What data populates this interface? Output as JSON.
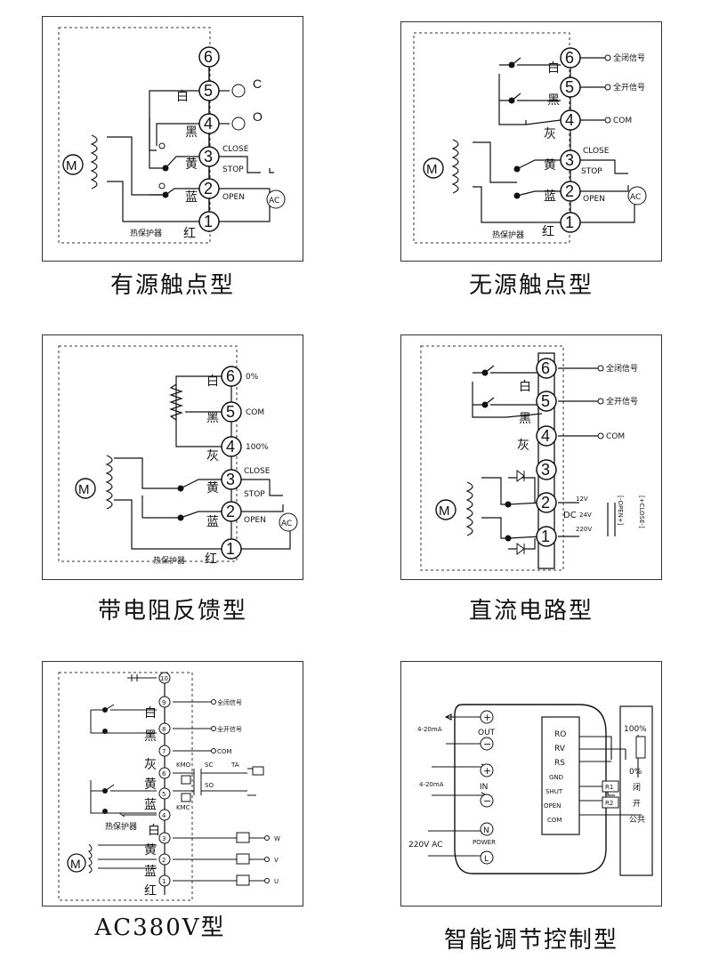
{
  "panels": [
    {
      "caption": "有源触点型",
      "terminals": [
        "6",
        "5",
        "4",
        "3",
        "2",
        "1"
      ],
      "wires": {
        "white": "白",
        "black": "黑",
        "yellow": "黄",
        "blue": "蓝",
        "red": "红"
      },
      "labels": {
        "c": "C",
        "o": "O",
        "close": "CLOSE",
        "stop": "STOP",
        "open": "OPEN",
        "ac": "AC",
        "motor": "M",
        "thermal": "热保护器"
      }
    },
    {
      "caption": "无源触点型",
      "terminals": [
        "6",
        "5",
        "4",
        "3",
        "2",
        "1"
      ],
      "wires": {
        "white": "白",
        "black": "黑",
        "gray": "灰",
        "yellow": "黄",
        "blue": "蓝",
        "red": "红"
      },
      "labels": {
        "full_close": "全闭信号",
        "full_open": "全开信号",
        "com": "COM",
        "close": "CLOSE",
        "stop": "STOP",
        "open": "OPEN",
        "ac": "AC",
        "motor": "M",
        "thermal": "热保护器"
      }
    },
    {
      "caption": "带电阻反馈型",
      "terminals": [
        "6",
        "5",
        "4",
        "3",
        "2",
        "1"
      ],
      "wires": {
        "white": "白",
        "black": "黑",
        "gray": "灰",
        "yellow": "黄",
        "blue": "蓝",
        "red": "红"
      },
      "labels": {
        "zero": "0%",
        "com": "COM",
        "hundred": "100%",
        "close": "CLOSE",
        "stop": "STOP",
        "open": "OPEN",
        "ac": "AC",
        "motor": "M",
        "thermal": "热保护器"
      }
    },
    {
      "caption": "直流电路型",
      "terminals": [
        "6",
        "5",
        "4",
        "3",
        "2",
        "1"
      ],
      "wires": {
        "white": "白",
        "black": "黑",
        "gray": "灰"
      },
      "labels": {
        "full_close": "全闭信号",
        "full_open": "全开信号",
        "com": "COM",
        "v12": "12V",
        "dc": "DC",
        "v24": "24V",
        "v220": "220V",
        "open_vert": "[-OPEN+]",
        "close_vert": "[+CLOSE-]",
        "motor": "M"
      }
    },
    {
      "caption": "AC380V型",
      "terminals": [
        "10",
        "9",
        "8",
        "7",
        "6",
        "5",
        "4",
        "3",
        "2",
        "1"
      ],
      "wires": {
        "white": "白",
        "black": "黑",
        "gray": "灰",
        "yellow": "黄",
        "blue": "蓝",
        "white2": "白",
        "yellow2": "黄",
        "blue2": "蓝",
        "red": "红"
      },
      "labels": {
        "full_close": "全闭信号",
        "full_open": "全开信号",
        "com": "COM",
        "kmo": "KMO",
        "kmc": "KMC",
        "sc": "SC",
        "so": "SO",
        "ta": "TA",
        "thermal": "热保护器",
        "w": "W",
        "v": "V",
        "u": "U",
        "motor": "M"
      }
    },
    {
      "caption": "智能调节控制型",
      "labels": {
        "out": "OUT",
        "in": "IN",
        "ma_out": "4-20mA",
        "ma_in": "4-20mA",
        "power": "POWER",
        "ac220": "220V AC",
        "plus": "+",
        "minus": "−",
        "n": "N",
        "l": "L",
        "ro": "RO",
        "rv": "RV",
        "rs": "RS",
        "gnd": "GND",
        "shut": "SHUT",
        "open": "OPEN",
        "com": "COM",
        "p100": "100%",
        "p0": "0%",
        "r1": "R1",
        "r2": "R2",
        "close_cn": "闭",
        "open_cn": "开",
        "common_cn": "公共"
      }
    }
  ]
}
